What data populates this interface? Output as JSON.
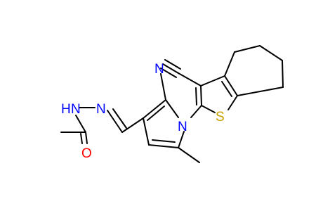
{
  "colors": {
    "background": "#ffffff",
    "bond": "#000000",
    "nitrogen": "#0000ff",
    "oxygen": "#ff0000",
    "sulfur": "#c8a000"
  },
  "atoms": {
    "n_nitrile": "N",
    "n_pyrrole": "N",
    "n_hydrazone_h": "H",
    "n_hydrazone_nh": "N",
    "n_hydrazone_imine": "N",
    "o_carbonyl": "O",
    "s_thiophene": "S"
  }
}
